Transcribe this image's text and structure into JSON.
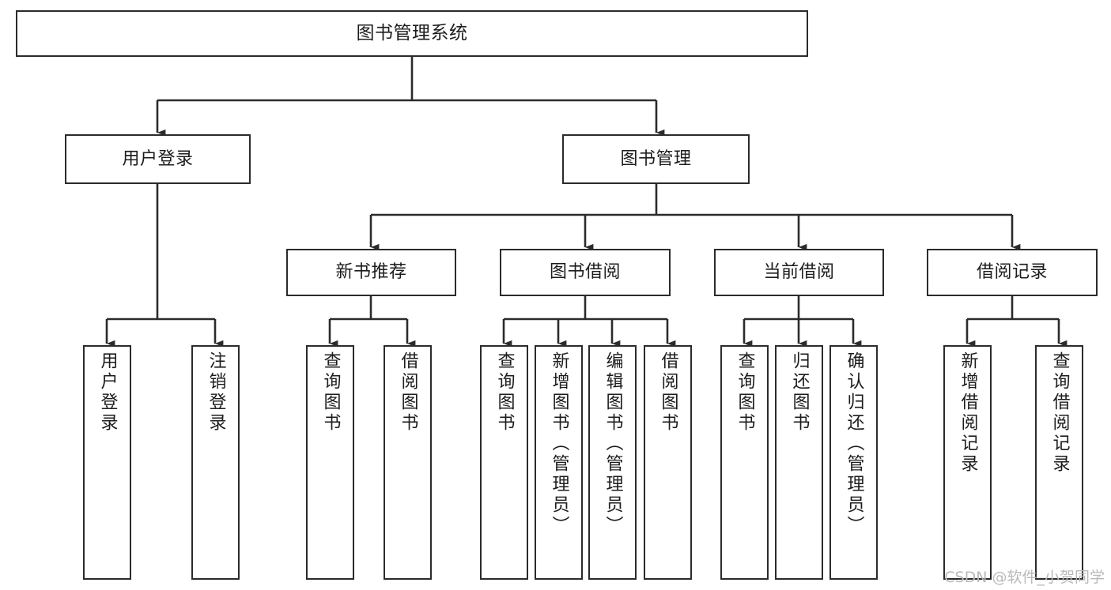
{
  "diagram": {
    "type": "tree-hierarchy-chart",
    "title": "图书管理系统",
    "orientation": "top-down",
    "line_color": "#2b2b2b",
    "box_fill": "#ffffff",
    "levels": 4
  },
  "root": {
    "label": "图书管理系统"
  },
  "level2": [
    {
      "label": "用户登录"
    },
    {
      "label": "图书管理"
    }
  ],
  "level3": [
    {
      "label": "新书推荐"
    },
    {
      "label": "图书借阅"
    },
    {
      "label": "当前借阅"
    },
    {
      "label": "借阅记录"
    }
  ],
  "leaves": {
    "user_login": [
      {
        "label": "用户登录"
      },
      {
        "label": "注销登录"
      }
    ],
    "new_book_recommend": [
      {
        "label": "查询图书"
      },
      {
        "label": "借阅图书"
      }
    ],
    "book_borrow": [
      {
        "label": "查询图书"
      },
      {
        "label": "新增图书（管理员）"
      },
      {
        "label": "编辑图书（管理员）"
      },
      {
        "label": "借阅图书"
      }
    ],
    "current_borrow": [
      {
        "label": "查询图书"
      },
      {
        "label": "归还图书"
      },
      {
        "label": "确认归还（管理员）"
      }
    ],
    "borrow_records": [
      {
        "label": "新增借阅记录"
      },
      {
        "label": "查询借阅记录"
      }
    ]
  },
  "watermark": {
    "text": "CSDN @软件_小贺同学",
    "color": "#b9b9b9"
  }
}
